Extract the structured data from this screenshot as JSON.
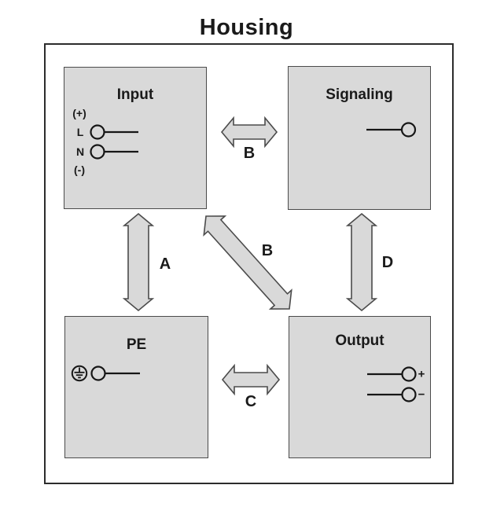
{
  "title": "Housing",
  "boxes": {
    "input": {
      "label": "Input",
      "terminals": {
        "plus": "(+)",
        "l": "L",
        "n": "N",
        "minus": "(-)"
      }
    },
    "signaling": {
      "label": "Signaling"
    },
    "pe": {
      "label": "PE"
    },
    "output": {
      "label": "Output",
      "terminals": {
        "plus": "+",
        "minus": "−"
      }
    }
  },
  "connections": [
    {
      "id": "A",
      "label": "A",
      "from": "Input",
      "to": "PE",
      "orientation": "vertical",
      "type": "double-arrow"
    },
    {
      "id": "B1",
      "label": "B",
      "from": "Input",
      "to": "Signaling",
      "orientation": "horizontal",
      "type": "double-arrow"
    },
    {
      "id": "B2",
      "label": "B",
      "from": "Input",
      "to": "Output",
      "orientation": "diagonal",
      "type": "double-arrow"
    },
    {
      "id": "C",
      "label": "C",
      "from": "PE",
      "to": "Output",
      "orientation": "horizontal",
      "type": "double-arrow"
    },
    {
      "id": "D",
      "label": "D",
      "from": "Signaling",
      "to": "Output",
      "orientation": "vertical",
      "type": "double-arrow"
    }
  ],
  "colors": {
    "box_fill": "#d9d9d9",
    "box_border": "#4b4b4b",
    "arrow_fill": "#d9d9d9",
    "arrow_stroke": "#4b4b4b",
    "housing_border": "#2c2c2c",
    "terminal_stroke": "#161616",
    "text": "#1a1a1a",
    "background": "#ffffff"
  }
}
